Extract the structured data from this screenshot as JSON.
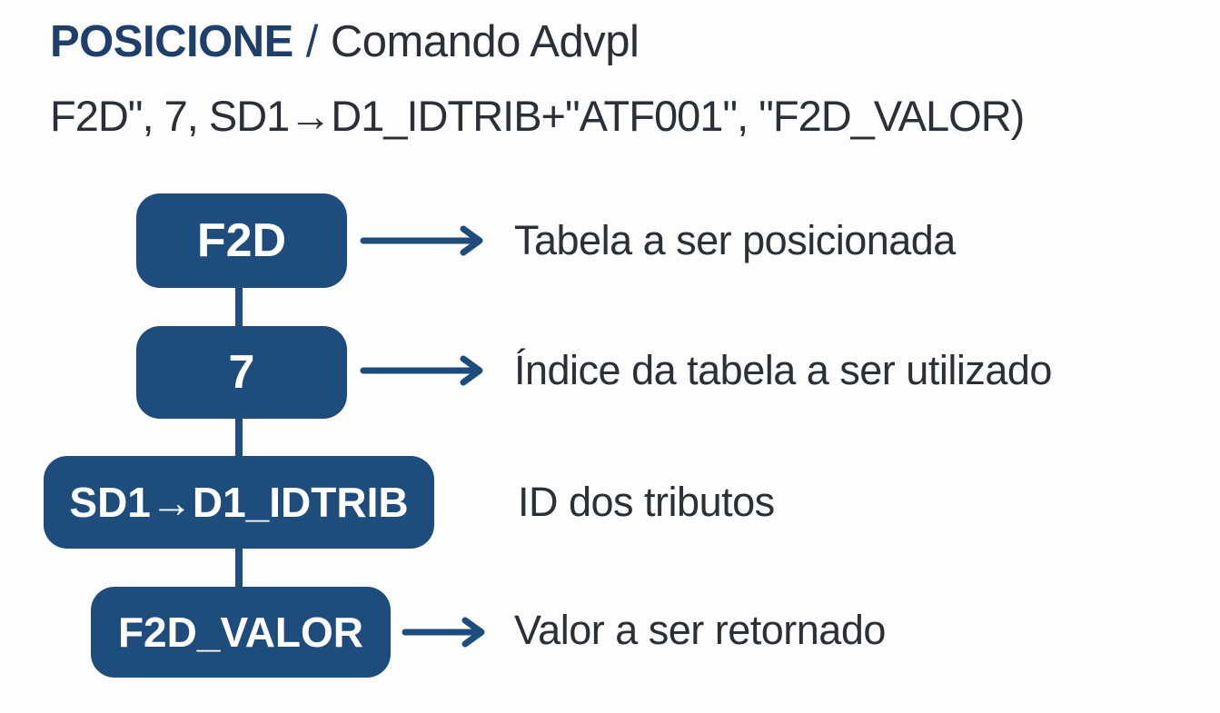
{
  "header": {
    "title": "POSICIONE",
    "separator": "/",
    "subtitle": "Comando Advpl",
    "code_line": "F2D\", 7, SD1→D1_IDTRIB+\"ATF001\", \"F2D_VALOR)"
  },
  "diagram": {
    "rows": [
      {
        "box_label": "F2D",
        "description": "Tabela a ser posicionada",
        "has_arrow": true
      },
      {
        "box_label": "7",
        "description": "Índice da tabela a ser utilizado",
        "has_arrow": true
      },
      {
        "box_label": "SD1→D1_IDTRIB",
        "description": "ID dos tributos",
        "has_arrow": false
      },
      {
        "box_label": "F2D_VALOR",
        "description": "Valor a ser retornado",
        "has_arrow": true
      }
    ]
  },
  "colors": {
    "box_fill": "#1e4d7d",
    "title_navy": "#1f3f6b",
    "text_dark": "#2a3036",
    "background": "#fdfdfd",
    "box_text": "#ffffff"
  }
}
